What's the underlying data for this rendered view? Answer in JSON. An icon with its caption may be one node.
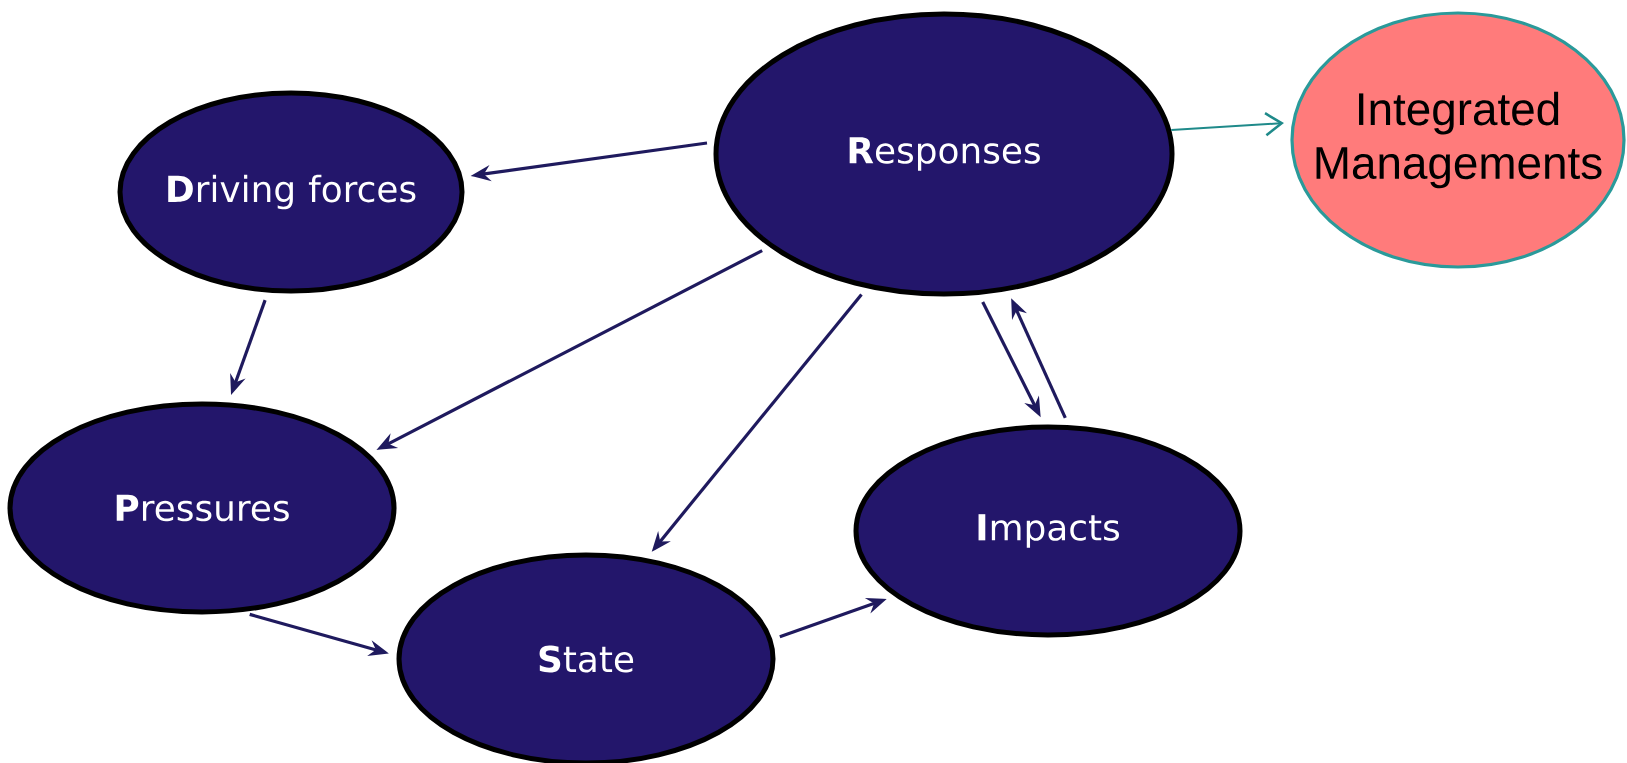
{
  "diagram": {
    "nodes": [
      {
        "text": [
          "**R**esponses"
        ]
      },
      {
        "text": [
          "Integrated Managements"
        ]
      },
      {
        "text": [
          "**D**riving forces"
        ]
      },
      {
        "text": [
          "**P**ressures"
        ]
      },
      {
        "text": [
          "**I**mpacts"
        ]
      },
      {
        "text": [
          "**S**tate"
        ]
      }
    ],
    "edges": [
      {
        "from": 0,
        "to": 1,
        "arrow": "to",
        "color": "#1f8a8a"
      },
      {
        "from": 0,
        "to": 2,
        "arrow": "to"
      },
      {
        "from": 2,
        "to": 3,
        "arrow": "to"
      },
      {
        "from": 0,
        "to": 3,
        "arrow": "to"
      },
      {
        "from": 0,
        "to": 5,
        "arrow": "to"
      },
      {
        "from": 0,
        "to": 4,
        "arrow": "to"
      },
      {
        "from": 4,
        "to": 0,
        "arrow": "to"
      },
      {
        "from": 3,
        "to": 5,
        "arrow": "to"
      },
      {
        "from": 5,
        "to": 4,
        "arrow": "to"
      }
    ]
  }
}
